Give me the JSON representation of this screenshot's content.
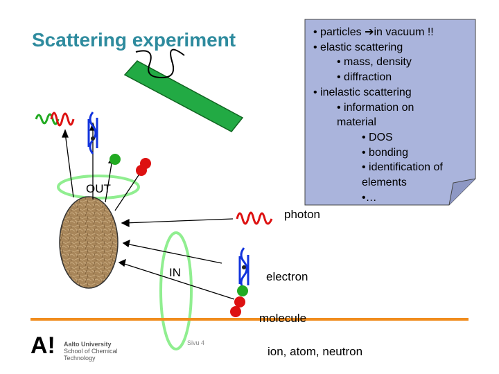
{
  "title": "Scattering experiment",
  "note": {
    "lines": [
      {
        "level": 0,
        "text": "• particles ➔in vacuum !!"
      },
      {
        "level": 0,
        "text": "• elastic scattering"
      },
      {
        "level": 1,
        "text": "• mass, density"
      },
      {
        "level": 1,
        "text": "• diffraction"
      },
      {
        "level": 0,
        "text": "• inelastic scattering"
      },
      {
        "level": 1,
        "text": "• information on"
      },
      {
        "level": 1,
        "text": "material"
      },
      {
        "level": 2,
        "text": "• DOS"
      },
      {
        "level": 2,
        "text": "• bonding"
      },
      {
        "level": 2,
        "text": "• identification of"
      },
      {
        "level": 2,
        "text": "elements"
      },
      {
        "level": 2,
        "text": "•…"
      }
    ]
  },
  "labels": {
    "out": "OUT",
    "in": "IN",
    "photon": "photon",
    "electron": "electron",
    "molecule": "molecule",
    "ion_atom_neutron": "ion, atom, neutron"
  },
  "footer": {
    "logo_mark": "A!",
    "org_line1": "Aalto University",
    "org_line2": "School of Chemical",
    "org_line3": "Technology",
    "slide_number": "Sivu 4"
  },
  "colors": {
    "title": "#2e8b9e",
    "ring": "#90ee90",
    "note_fill": "#aab4dc",
    "detector": "#22aa44",
    "footer_rule": "#f08c1e",
    "photon_red": "#dd1111",
    "electron_blue": "#1133dd",
    "atom_red": "#dd1111",
    "atom_green": "#22aa22"
  }
}
